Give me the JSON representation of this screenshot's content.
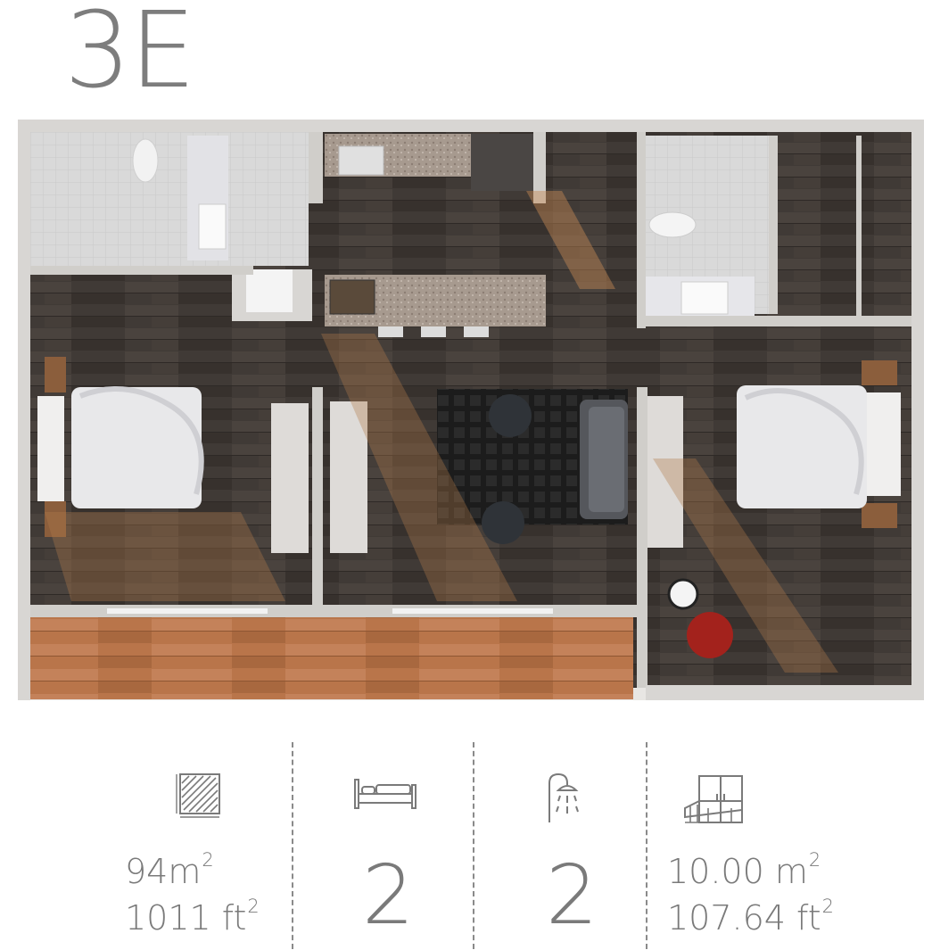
{
  "unit": {
    "title": "3E"
  },
  "floorplan": {
    "alt": "Unit 3E rendered top-down floor plan"
  },
  "stats": {
    "area": {
      "icon": "area-square-icon",
      "metric_value": "94m",
      "metric_exp": "2",
      "imperial_value": "1011 ft",
      "imperial_exp": "2"
    },
    "bedrooms": {
      "icon": "bed-icon",
      "value": "2"
    },
    "bathrooms": {
      "icon": "shower-icon",
      "value": "2"
    },
    "terrace": {
      "icon": "terrace-icon",
      "metric_value": "10.00 m",
      "metric_exp": "2",
      "imperial_value": "107.64 ft",
      "imperial_exp": "2"
    }
  },
  "colors": {
    "text": "#7a7a7a",
    "title": "#7d7d7d",
    "floor_dark": "#3a3532",
    "terrace_wood": "#b9754a"
  }
}
